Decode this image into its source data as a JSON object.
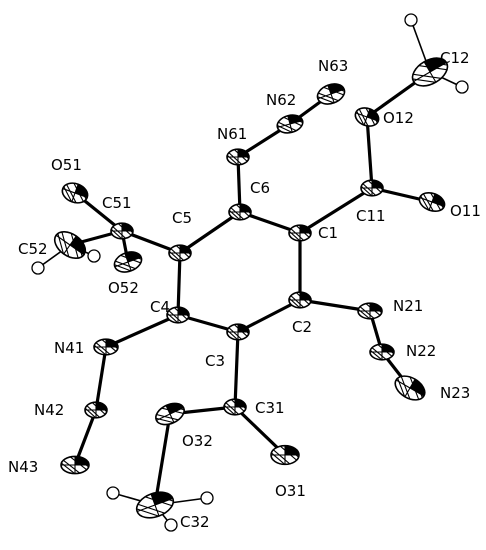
{
  "atoms": [
    {
      "label": "C12"
    },
    {
      "label": "N63"
    },
    {
      "label": "N62"
    },
    {
      "label": "O12"
    },
    {
      "label": "N61"
    },
    {
      "label": "C6"
    },
    {
      "label": "O51"
    },
    {
      "label": "C51"
    },
    {
      "label": "C11"
    },
    {
      "label": "O11"
    },
    {
      "label": "C5"
    },
    {
      "label": "C1"
    },
    {
      "label": "C52"
    },
    {
      "label": "O52"
    },
    {
      "label": "N21"
    },
    {
      "label": "C4"
    },
    {
      "label": "C2"
    },
    {
      "label": "N41"
    },
    {
      "label": "C3"
    },
    {
      "label": "N22"
    },
    {
      "label": "C31"
    },
    {
      "label": "N23"
    },
    {
      "label": "N42"
    },
    {
      "label": "O32"
    },
    {
      "label": "N43"
    },
    {
      "label": "O31"
    },
    {
      "label": "C32"
    }
  ]
}
